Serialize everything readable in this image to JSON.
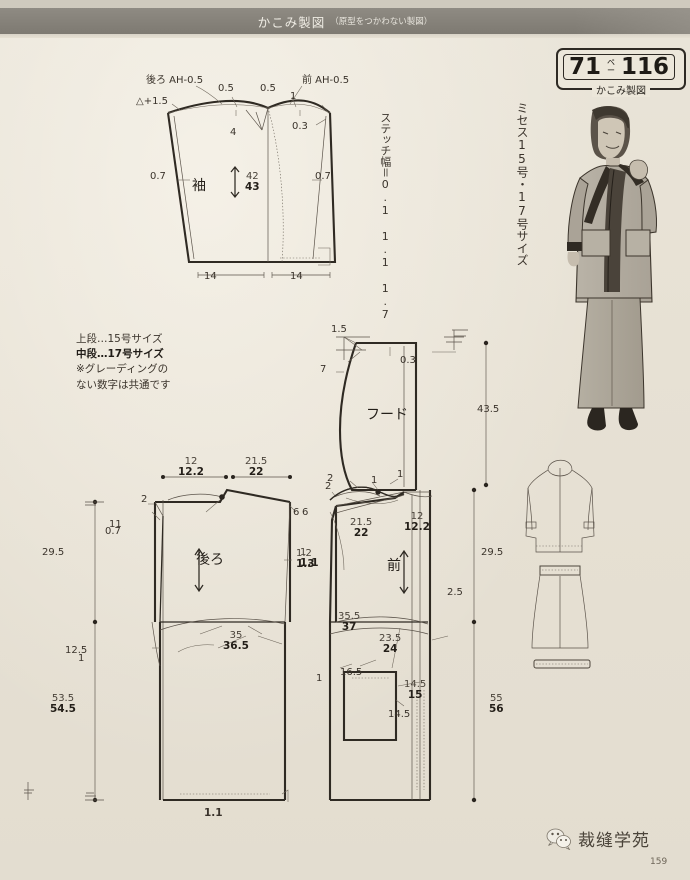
{
  "header": {
    "title": "かこみ製図",
    "subtitle": "（原型をつかわない製図）"
  },
  "badge": {
    "page_left": "71",
    "page_mark_top": "ペ",
    "page_mark_bottom": "ー",
    "page_right": "116",
    "caption": "かこみ製図"
  },
  "side_labels": {
    "size": "ミセス15号・17号サイズ",
    "stitch": "ステッチ幅＝0.1 1.1 1.7"
  },
  "note": {
    "line1": "上段…15号サイズ",
    "line2": "中段…17号サイズ",
    "line3": "※グレーディングの",
    "line4": "ない数字は共通です"
  },
  "pieces": {
    "sleeve": "袖",
    "hood": "フード",
    "back": "後ろ",
    "front": "前"
  },
  "sleeve": {
    "back_ah": "後ろ AH-0.5",
    "front_ah": "前 AH-0.5",
    "triangle_plus": "△+1.5",
    "top_left_05": "0.5",
    "top_right_05": "0.5",
    "right_1": "1",
    "right_03": "0.3",
    "center_4": "4",
    "left_07": "0.7",
    "right_07": "0.7",
    "len_15": "42",
    "len_17": "43",
    "hem_left": "14",
    "hem_right": "14"
  },
  "hood": {
    "top_15": "1.5",
    "left_7": "7",
    "right_03": "0.3",
    "height": "43.5",
    "neck_2": "2",
    "neck_1": "1"
  },
  "back": {
    "w1_15": "12",
    "w1_17": "12.2",
    "w2_15": "21.5",
    "w2_17": "22",
    "shoulder_2": "2",
    "dot_07": "0.7",
    "left_11": "11",
    "right_6": "6",
    "side_15": "1.2",
    "side_17": "1.3",
    "bust_15": "35",
    "bust_17": "36.5",
    "hip_125": "12.5",
    "hem_1": "1",
    "hem_11": "1.1",
    "dim_295": "29.5",
    "dim_15": "53.5",
    "dim_17": "54.5"
  },
  "front": {
    "neck_2": "2",
    "neck_1": "1",
    "left_6": "6",
    "w2_15": "21.5",
    "w2_17": "22",
    "w1_15": "12",
    "w1_17": "12.2",
    "arm_15": "1",
    "arm_17": "1.1",
    "bust_15": "35.5",
    "bust_17": "37",
    "side_25": "2.5",
    "dim_295": "29.5",
    "dim_15": "55",
    "dim_17": "56"
  },
  "pocket": {
    "pos_15": "23.5",
    "pos_17": "24",
    "width": "16.5",
    "left_1": "1",
    "depth_15": "14.5",
    "depth_17": "15",
    "side_145": "14.5"
  },
  "footer": {
    "brand": "裁缝学苑",
    "page_number": "159"
  },
  "colors": {
    "paper": "#e7e1d4",
    "ink": "#2f2a23",
    "bar": "#86827a"
  }
}
